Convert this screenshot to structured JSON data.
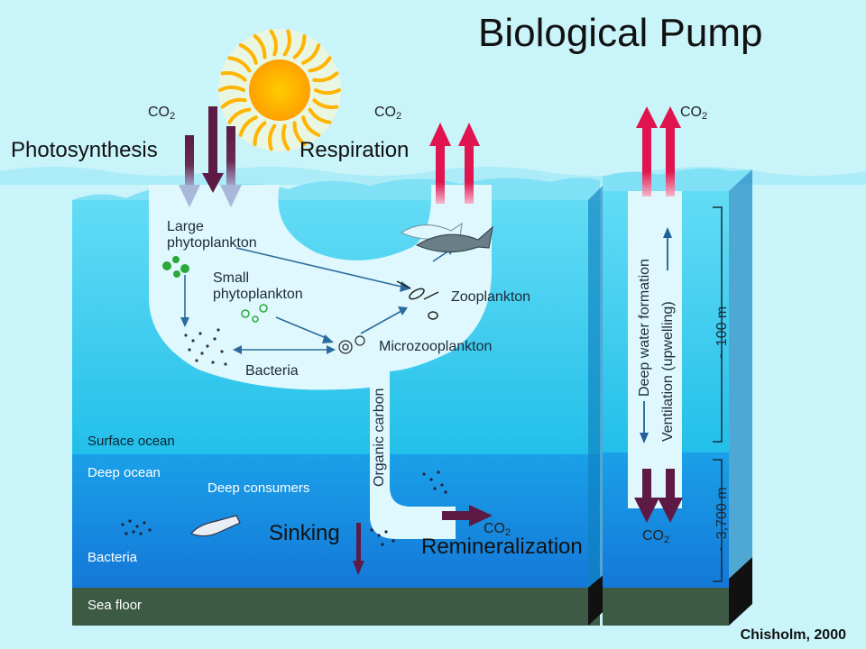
{
  "title": "Biological Pump",
  "processes": {
    "photosynthesis": "Photosynthesis",
    "respiration": "Respiration",
    "sinking": "Sinking",
    "remineralization": "Remineralization"
  },
  "co2": {
    "base": "CO",
    "sub": "2"
  },
  "organisms": {
    "large_phyto_1": "Large",
    "large_phyto_2": "phytoplankton",
    "small_phyto_1": "Small",
    "small_phyto_2": "phytoplankton",
    "zooplankton": "Zooplankton",
    "microzooplankton": "Microzooplankton",
    "bacteria": "Bacteria",
    "deep_consumers": "Deep consumers",
    "deep_bacteria": "Bacteria"
  },
  "layers": {
    "surface_ocean": "Surface ocean",
    "deep_ocean": "Deep ocean",
    "sea_floor": "Sea floor"
  },
  "flows": {
    "organic_carbon": "Organic carbon",
    "deep_water_formation": "Deep water formation",
    "ventilation": "Ventilation (upwelling)"
  },
  "depths": {
    "surface": "~ 100 m",
    "deep": "~ 3,700 m"
  },
  "credit": "Chisholm, 2000",
  "colors": {
    "background": "#c8f4fa",
    "surface_water": "#2ec8ec",
    "deep_water": "#1a8fe0",
    "sea_floor": "#3d5a45",
    "co2_up_arrow": "#e0144e",
    "co2_down_arrow": "#5c1a44",
    "sun": "#ffb400"
  }
}
